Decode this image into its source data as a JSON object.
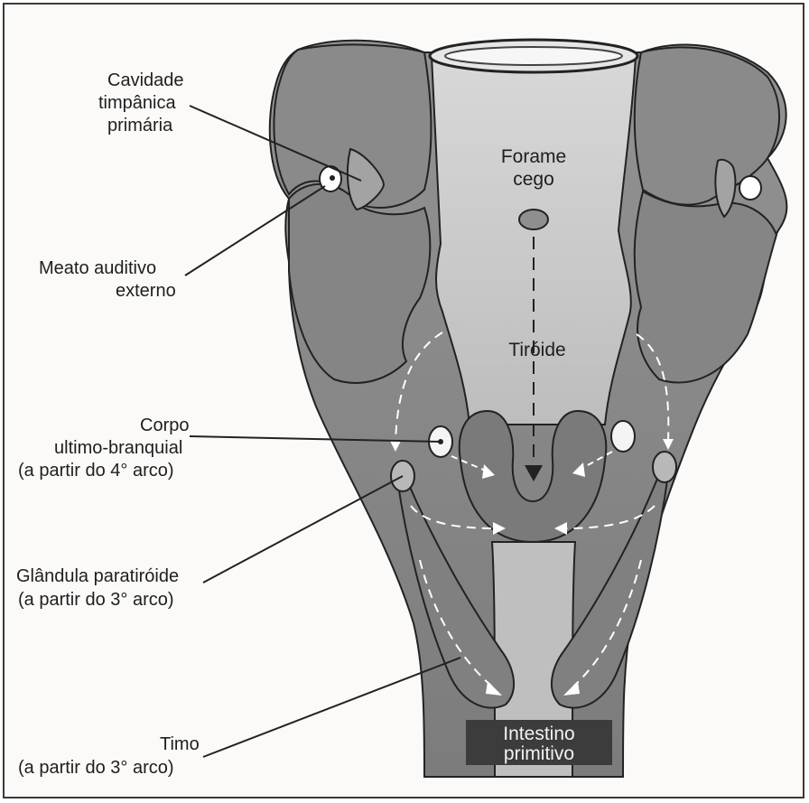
{
  "colors": {
    "tissue_outer": "#8c8c8c",
    "tissue_dark": "#6f6f6f",
    "lumen": "#d2d2d2",
    "label_box": "#3c3c3c",
    "arrow": "#ffffff"
  },
  "labels": {
    "cavidade": [
      "Cavidade",
      "timpânica",
      "primária"
    ],
    "meato": [
      "Meato auditivo",
      "externo"
    ],
    "corpo": [
      "Corpo",
      "ultimo-branquial",
      "(a partir do 4° arco)"
    ],
    "paratiroide": [
      "Glândula paratiróide",
      "(a partir do 3° arco)"
    ],
    "timo": [
      "Timo",
      "(a partir do 3° arco)"
    ],
    "forame": [
      "Forame",
      "cego"
    ],
    "tiroide": "Tiróide",
    "intestino": [
      "Intestino",
      "primitivo"
    ]
  }
}
